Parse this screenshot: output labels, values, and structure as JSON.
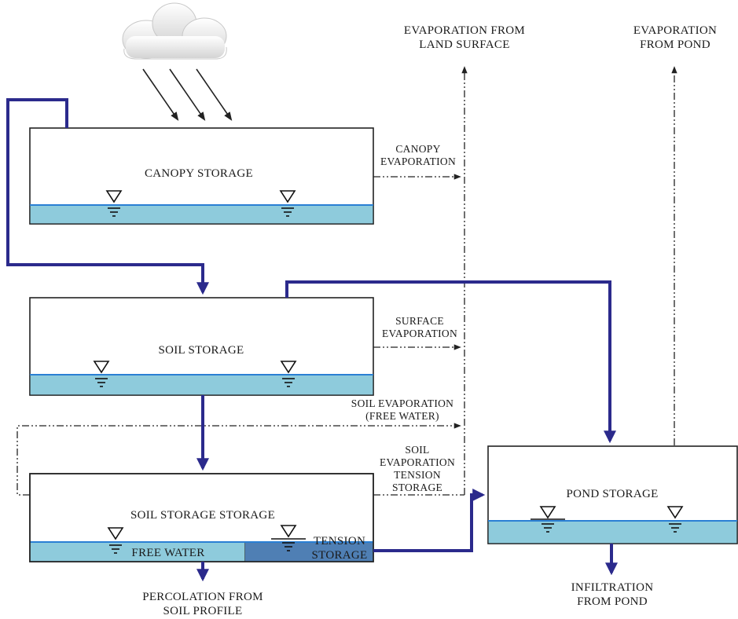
{
  "colors": {
    "flow_arrow": "#2b2a8c",
    "water": "#8ecbdc",
    "water_surface": "#2a7fd4",
    "tension_water": "#4f7fb4",
    "outline": "#222222"
  },
  "icons": {
    "cloud": "cloud-icon",
    "water_level": "water-level-symbol"
  },
  "boxes": {
    "canopy": "CANOPY STORAGE",
    "soil": "SOIL STORAGE",
    "soil_storage": "SOIL STORAGE STORAGE",
    "pond": "POND STORAGE",
    "free_water": "FREE WATER",
    "tension_line1": "TENSION",
    "tension_line2": "STORAGE"
  },
  "outputs": {
    "evap_land_line1": "EVAPORATION FROM",
    "evap_land_line2": "LAND SURFACE",
    "evap_pond_line1": "EVAPORATION",
    "evap_pond_line2": "FROM POND",
    "percolation_line1": "PERCOLATION FROM",
    "percolation_line2": "SOIL PROFILE",
    "infiltration_line1": "INFILTRATION",
    "infiltration_line2": "FROM POND"
  },
  "flows": {
    "canopy_evap_line1": "CANOPY",
    "canopy_evap_line2": "EVAPORATION",
    "surface_evap_line1": "SURFACE",
    "surface_evap_line2": "EVAPORATION",
    "soil_evap_free_line1": "SOIL EVAPORATION",
    "soil_evap_free_line2": "(FREE WATER)",
    "soil_evap_tension_line1": "SOIL",
    "soil_evap_tension_line2": "EVAPORATION",
    "soil_evap_tension_line3": "TENSION",
    "soil_evap_tension_line4": "STORAGE"
  }
}
